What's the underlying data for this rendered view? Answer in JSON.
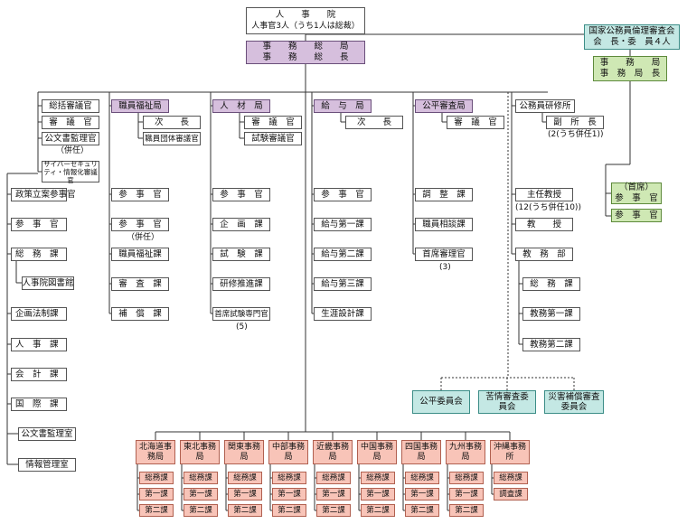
{
  "top": {
    "name": "人　　事　　院",
    "commissioners": "人事官3人（うち1人は総裁）",
    "secretary_general_line1": "事　　務　　総　　局",
    "secretary_general_line2": "事　　務　　総　　長"
  },
  "ethics": {
    "board_line1": "国家公務員倫理審査会",
    "board_line2": "会　長・委　員４人",
    "bureau_line1": "事　　務　　局",
    "bureau_line2": "事　務　局　長",
    "chief_line1": "（首席）",
    "chief_line2": "参　事　官",
    "counselor": "参　事　官"
  },
  "general_col": {
    "items": [
      "総括審議官",
      "審　議　官",
      "公文書監理官"
    ],
    "concurrent": "（併任）",
    "cyber": "サイバーセキュリティ・情報化審議官"
  },
  "secretariat": {
    "items": [
      "政策立案参事官",
      "参　事　官",
      "総　務　課",
      "企画法制課",
      "人　事　課",
      "会　計　課",
      "国　際　課",
      "公文書監理室",
      "情報管理室"
    ],
    "library": "人事院図書館"
  },
  "welfare": {
    "head": "職員福祉局",
    "deputy": "次　　長",
    "council": "職員団体審議官",
    "items": [
      "参　事　官",
      "参　事　官",
      "職員福祉課",
      "審　査　課",
      "補　償　課"
    ],
    "concurrent": "（併任）"
  },
  "talent": {
    "head": "人　材　局",
    "councilor": "審　議　官",
    "exam": "試験審議官",
    "items": [
      "参　事　官",
      "企　画　課",
      "試　験　課",
      "研修推進課",
      "首席試験専門官"
    ],
    "count": "(5)"
  },
  "salary": {
    "head": "給　与　局",
    "deputy": "次　　長",
    "items": [
      "参　事　官",
      "給与第一課",
      "給与第二課",
      "給与第三課",
      "生涯設計課"
    ]
  },
  "appeals": {
    "head": "公平審査局",
    "councilor": "審　議　官",
    "items": [
      "調　整　課",
      "職員相談課",
      "首席審理官"
    ],
    "count": "(3)"
  },
  "institute": {
    "head": "公務員研修所",
    "vice": "副　所　長",
    "vice_note": "(2(うち併任1))",
    "prof": "主任教授",
    "prof_note": "(12(うち併任10))",
    "teacher": "教　　授",
    "affairs": "教　務　部",
    "sub": [
      "総　務　課",
      "教務第一課",
      "教務第二課"
    ]
  },
  "committees": [
    "公平委員会",
    "苦情審査委員会",
    "災害補償審査委員会"
  ],
  "regional": [
    {
      "name": "北海道事務局",
      "subs": [
        "総務課",
        "第一課",
        "第二課"
      ]
    },
    {
      "name": "東北事務局",
      "subs": [
        "総務課",
        "第一課",
        "第二課"
      ]
    },
    {
      "name": "関東事務局",
      "subs": [
        "総務課",
        "第一課",
        "第二課"
      ]
    },
    {
      "name": "中部事務局",
      "subs": [
        "総務課",
        "第一課",
        "第二課"
      ]
    },
    {
      "name": "近畿事務局",
      "subs": [
        "総務課",
        "第一課",
        "第二課"
      ]
    },
    {
      "name": "中国事務局",
      "subs": [
        "総務課",
        "第一課",
        "第二課"
      ]
    },
    {
      "name": "四国事務局",
      "subs": [
        "総務課",
        "第一課",
        "第二課"
      ]
    },
    {
      "name": "九州事務局",
      "subs": [
        "総務課",
        "第一課",
        "第二課"
      ]
    },
    {
      "name": "沖縄事務所",
      "subs": [
        "総務課",
        "調査課"
      ]
    }
  ]
}
